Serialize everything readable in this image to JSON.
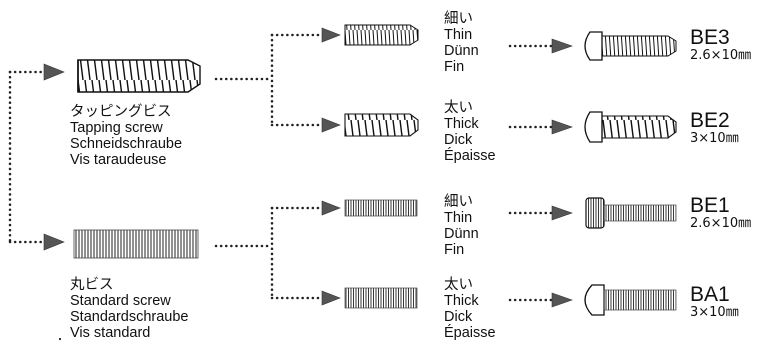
{
  "categories": [
    {
      "id": "tapping",
      "lines": [
        "タッピングビス",
        "Tapping screw",
        "Schneidschraube",
        "Vis taraudeuse"
      ],
      "variants": [
        {
          "lines": [
            "細い",
            "Thin",
            "Dünn",
            "Fin"
          ],
          "code": "BE3",
          "size": "2.6×10㎜"
        },
        {
          "lines": [
            "太い",
            "Thick",
            "Dick",
            "Épaisse"
          ],
          "code": "BE2",
          "size": "3×10㎜"
        }
      ]
    },
    {
      "id": "standard",
      "lines": [
        "丸ビス",
        "Standard screw",
        "Standardschraube",
        "Vis standard"
      ],
      "variants": [
        {
          "lines": [
            "細い",
            "Thin",
            "Dünn",
            "Fin"
          ],
          "code": "BE1",
          "size": "2.6×10㎜"
        },
        {
          "lines": [
            "太い",
            "Thick",
            "Dick",
            "Épaisse"
          ],
          "code": "BA1",
          "size": "3×10㎜"
        }
      ]
    }
  ],
  "icons": {
    "tapping_screw": "tapping-screw-icon",
    "standard_screw": "standard-screw-icon",
    "pan_head_tapping": "pan-head-tapping-screw-icon",
    "cap_head_machine": "cap-head-screw-icon",
    "round_head_machine": "round-head-screw-icon"
  },
  "colors": {
    "ink": "#111111",
    "arrow": "#555555",
    "dots": "#222222"
  }
}
